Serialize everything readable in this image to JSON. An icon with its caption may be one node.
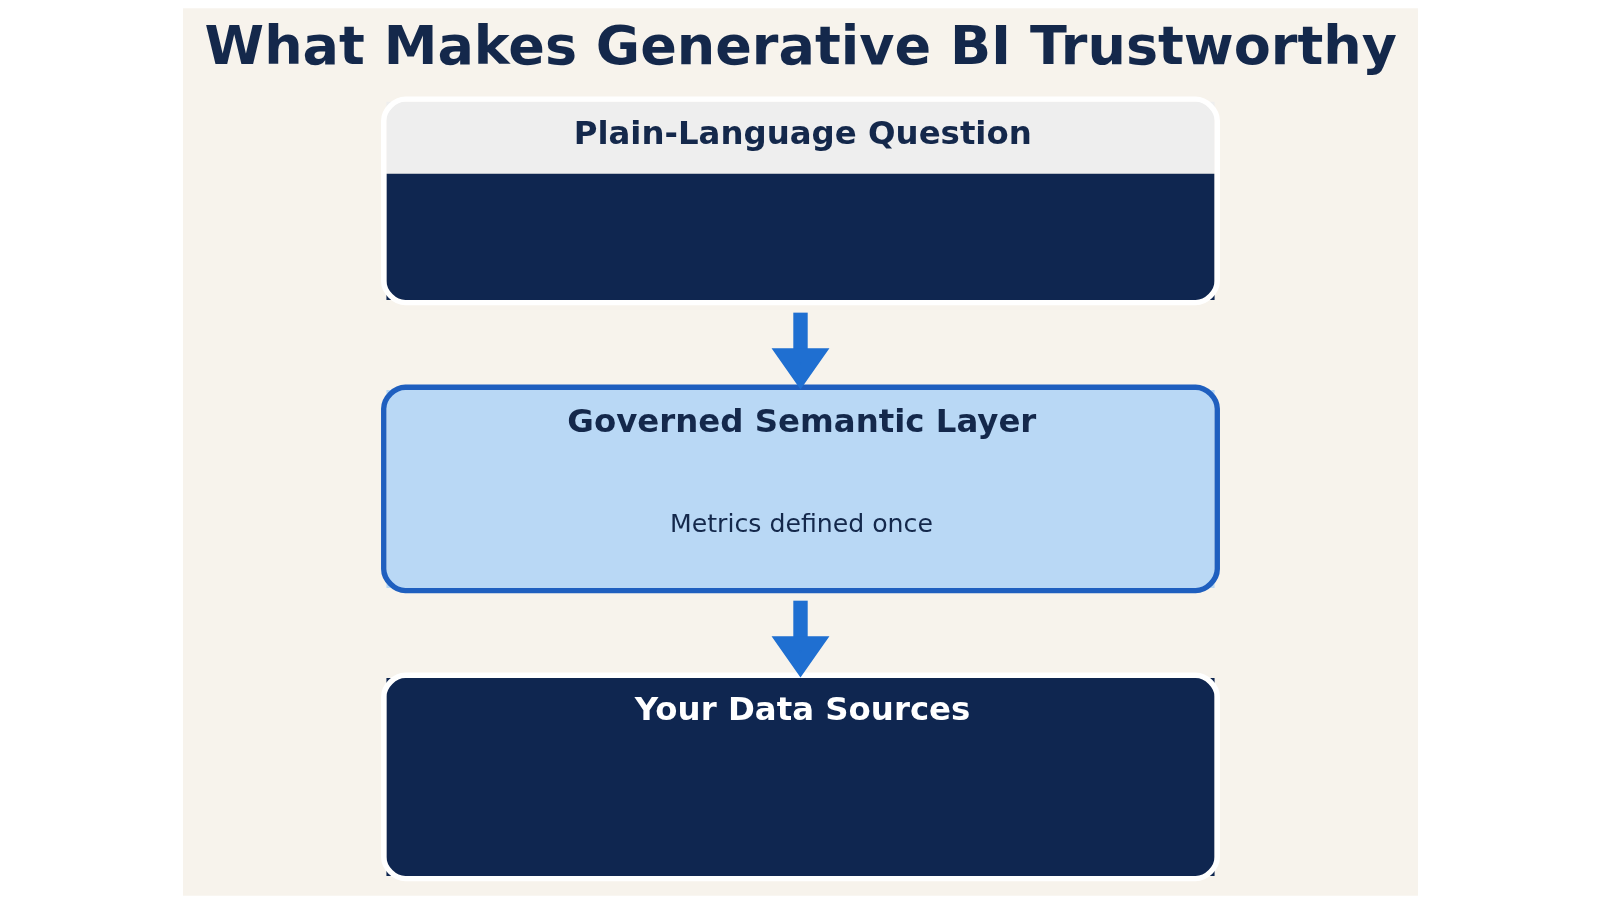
{
  "diagram": {
    "title": "What Makes Generative BI Trustworthy",
    "nodes": [
      {
        "text": [
          "Plain-Language Question"
        ]
      },
      {
        "text": [
          "Governed Semantic Layer",
          "Metrics defined once"
        ]
      },
      {
        "text": [
          "Your Data Sources"
        ]
      }
    ],
    "edges": [
      {
        "from": 0,
        "to": 1,
        "arrow": "to"
      },
      {
        "from": 1,
        "to": 2,
        "arrow": "to"
      }
    ]
  }
}
